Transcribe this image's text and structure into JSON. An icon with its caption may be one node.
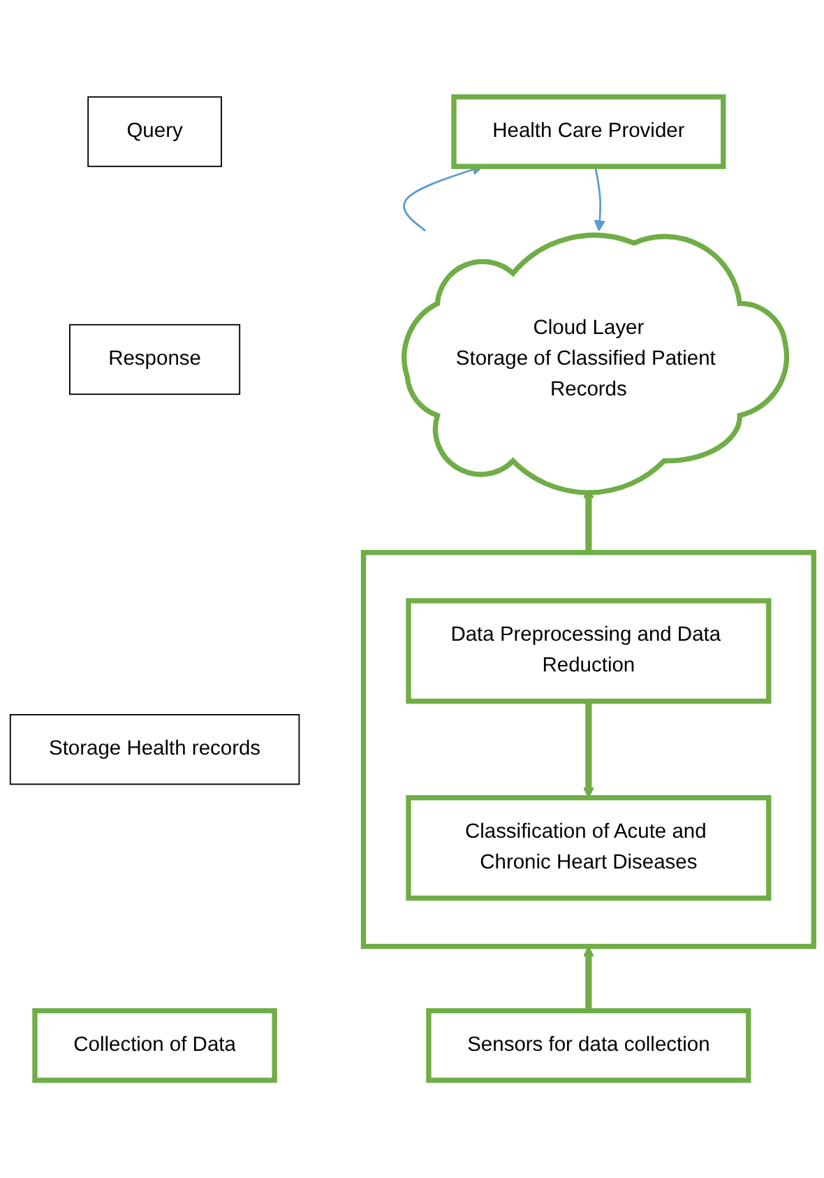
{
  "diagram": {
    "nodes": [
      {
        "text": [
          "Health Care Provider"
        ]
      },
      {
        "text": [
          "Query"
        ]
      },
      {
        "text": [
          "Response"
        ]
      },
      {
        "text": [
          "Cloud Layer",
          "Storage of Classified Patient Records"
        ]
      },
      {
        "text": [
          "Storage Health records"
        ]
      },
      {
        "text": [],
        "shape": "box"
      },
      {
        "text": [
          "Data Preprocessing and Data Reduction"
        ],
        "in": 5
      },
      {
        "text": [
          "Classification of Acute and Chronic Heart Diseases"
        ],
        "in": 5
      },
      {
        "text": [
          "Collection of Data"
        ]
      },
      {
        "text": [
          "Sensors for data collection"
        ]
      }
    ],
    "edges": [
      {
        "from": 0,
        "to": 3,
        "arrow": "to",
        "color": "#5b9bd5"
      },
      {
        "from": 3,
        "to": 0,
        "arrow": "to",
        "color": "#5b9bd5"
      },
      {
        "from": 5,
        "to": 3,
        "arrow": "to"
      },
      {
        "from": 6,
        "to": 7,
        "arrow": "to"
      },
      {
        "from": 9,
        "to": 5,
        "arrow": "to"
      }
    ]
  }
}
